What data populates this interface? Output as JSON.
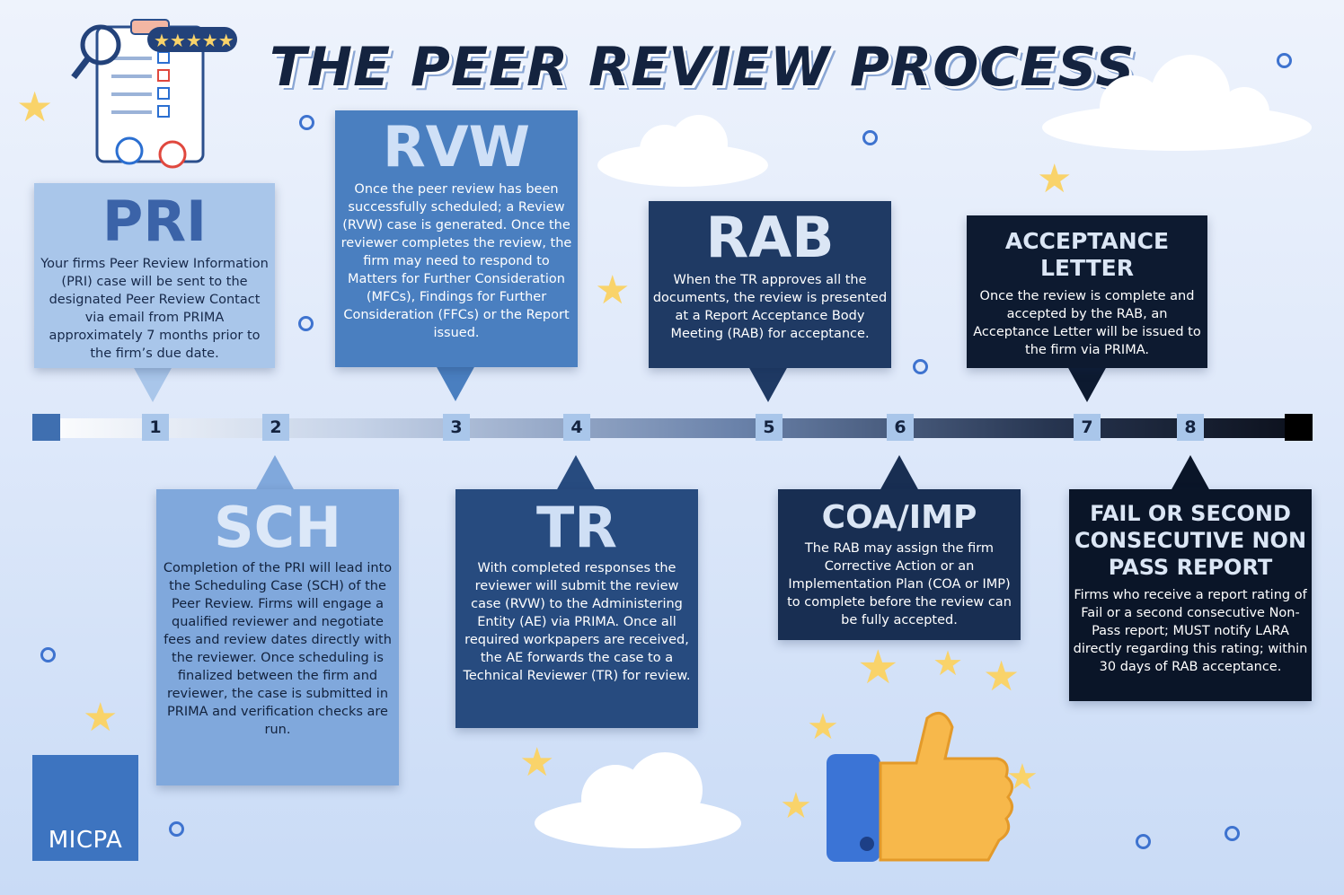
{
  "title": "THE PEER REVIEW PROCESS",
  "logo": {
    "text": "MICPA"
  },
  "steps": [
    {
      "id": "pri",
      "number": "1",
      "heading": "PRI",
      "text": "Your firms Peer Review Information (PRI) case will be sent to the designated Peer Review Contact via email from PRIMA approximately 7 months prior to the firm’s due date."
    },
    {
      "id": "sch",
      "number": "2",
      "heading": "SCH",
      "text": "Completion of the PRI will lead into the Scheduling Case (SCH) of the Peer Review. Firms will engage a qualified reviewer and negotiate fees and review dates directly with the reviewer. Once scheduling is finalized between the firm and reviewer, the case is submitted in PRIMA and verification checks are run."
    },
    {
      "id": "rvw",
      "number": "3",
      "heading": "RVW",
      "text": "Once the peer review has been successfully scheduled; a Review (RVW) case is generated. Once the reviewer completes the review, the firm may need to respond to Matters for Further Consideration (MFCs), Findings for Further Consideration (FFCs) or the Report issued."
    },
    {
      "id": "tr",
      "number": "4",
      "heading": "TR",
      "text": "With completed responses the reviewer will submit the review case (RVW) to the Administering Entity (AE) via PRIMA. Once all required workpapers are received, the AE forwards the case to a Technical Reviewer (TR) for review."
    },
    {
      "id": "rab",
      "number": "5",
      "heading": "RAB",
      "text": "When the TR approves all the documents, the review is presented at a Report Acceptance Body Meeting (RAB) for acceptance."
    },
    {
      "id": "coa",
      "number": "6",
      "heading": "COA/IMP",
      "text": "The RAB may assign the firm Corrective Action or an Implementation Plan (COA or IMP) to complete before the review can be fully accepted."
    },
    {
      "id": "acc",
      "number": "7",
      "heading": "ACCEPTANCE LETTER",
      "text": "Once the review is complete and accepted by the RAB, an Acceptance Letter will be issued to the firm via PRIMA."
    },
    {
      "id": "fail",
      "number": "8",
      "heading": "FAIL OR SECOND CONSECUTIVE NON PASS REPORT",
      "text": "Firms who receive a report rating of Fail or a second consecutive Non-Pass report; MUST notify LARA directly regarding this rating; within 30 days of RAB acceptance."
    }
  ],
  "colors": {
    "pri": "#a9c6ea",
    "sch": "#80a8dc",
    "rvw": "#4a7fc0",
    "tr": "#274b7f",
    "rab": "#1f3a64",
    "coa": "#182e52",
    "acc": "#0d1a30",
    "fail": "#0a1528",
    "title": "#14233f",
    "accent_star": "#f9d36a",
    "ring": "#3e73cf"
  },
  "icons": [
    "star-icon",
    "ring-icon",
    "cloud-icon",
    "clipboard-checklist-icon",
    "magnifier-icon",
    "thumbs-up-icon"
  ]
}
